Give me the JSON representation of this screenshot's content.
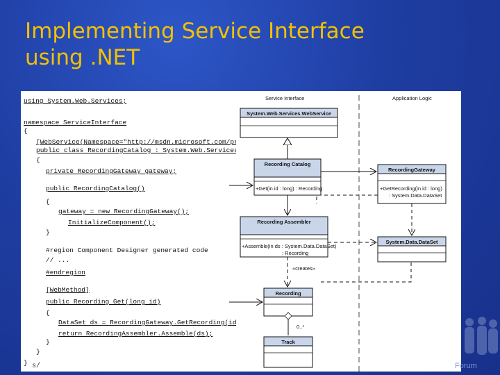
{
  "slide": {
    "title_line1": "Implementing Service Interface",
    "title_line2": "using .NET",
    "footer_brand": "Forum",
    "footer_mark": "s/"
  },
  "code_lines": [
    "using System.Web.Services;",
    "namespace ServiceInterface",
    "{",
    "[WebService(Namespace=\"http://msdn.microsoft.com/pract",
    "public class RecordingCatalog : System.Web.Services.We",
    "{",
    "private RecordingGateway gateway;",
    "public RecordingCatalog()",
    "{",
    "gateway = new RecordingGateway();",
    "InitializeComponent();",
    "}",
    "#region Component Designer generated code",
    "// ...",
    "#endregion",
    "[WebMethod]",
    "public Recording Get(long id)",
    "{",
    "DataSet ds = RecordingGateway.GetRecording(id);",
    "return RecordingAssembler.Assemble(ds);",
    "}",
    "}",
    "}"
  ],
  "diagram": {
    "section_service": "Service Interface",
    "section_logic": "Application Logic",
    "webservice_class": "System.Web.Services.WebService",
    "catalog_class": "Recording Catalog",
    "catalog_op": "+Get(in id : long) : Recording",
    "gateway_class": "RecordingGateway",
    "gateway_op": "+GetRecording(in id : long)",
    "gateway_op2": ": System.Data.DataSet",
    "assembler_class": "Recording Assembler",
    "assembler_op": "+Assemble(in ds : System.Data.DataSet)",
    "assembler_op2": ": Recording",
    "dataset_class": "System.Data.DataSet",
    "creates_label": "«creates»",
    "recording_class": "Recording",
    "multiplicity": "0..*",
    "track_class": "Track"
  }
}
